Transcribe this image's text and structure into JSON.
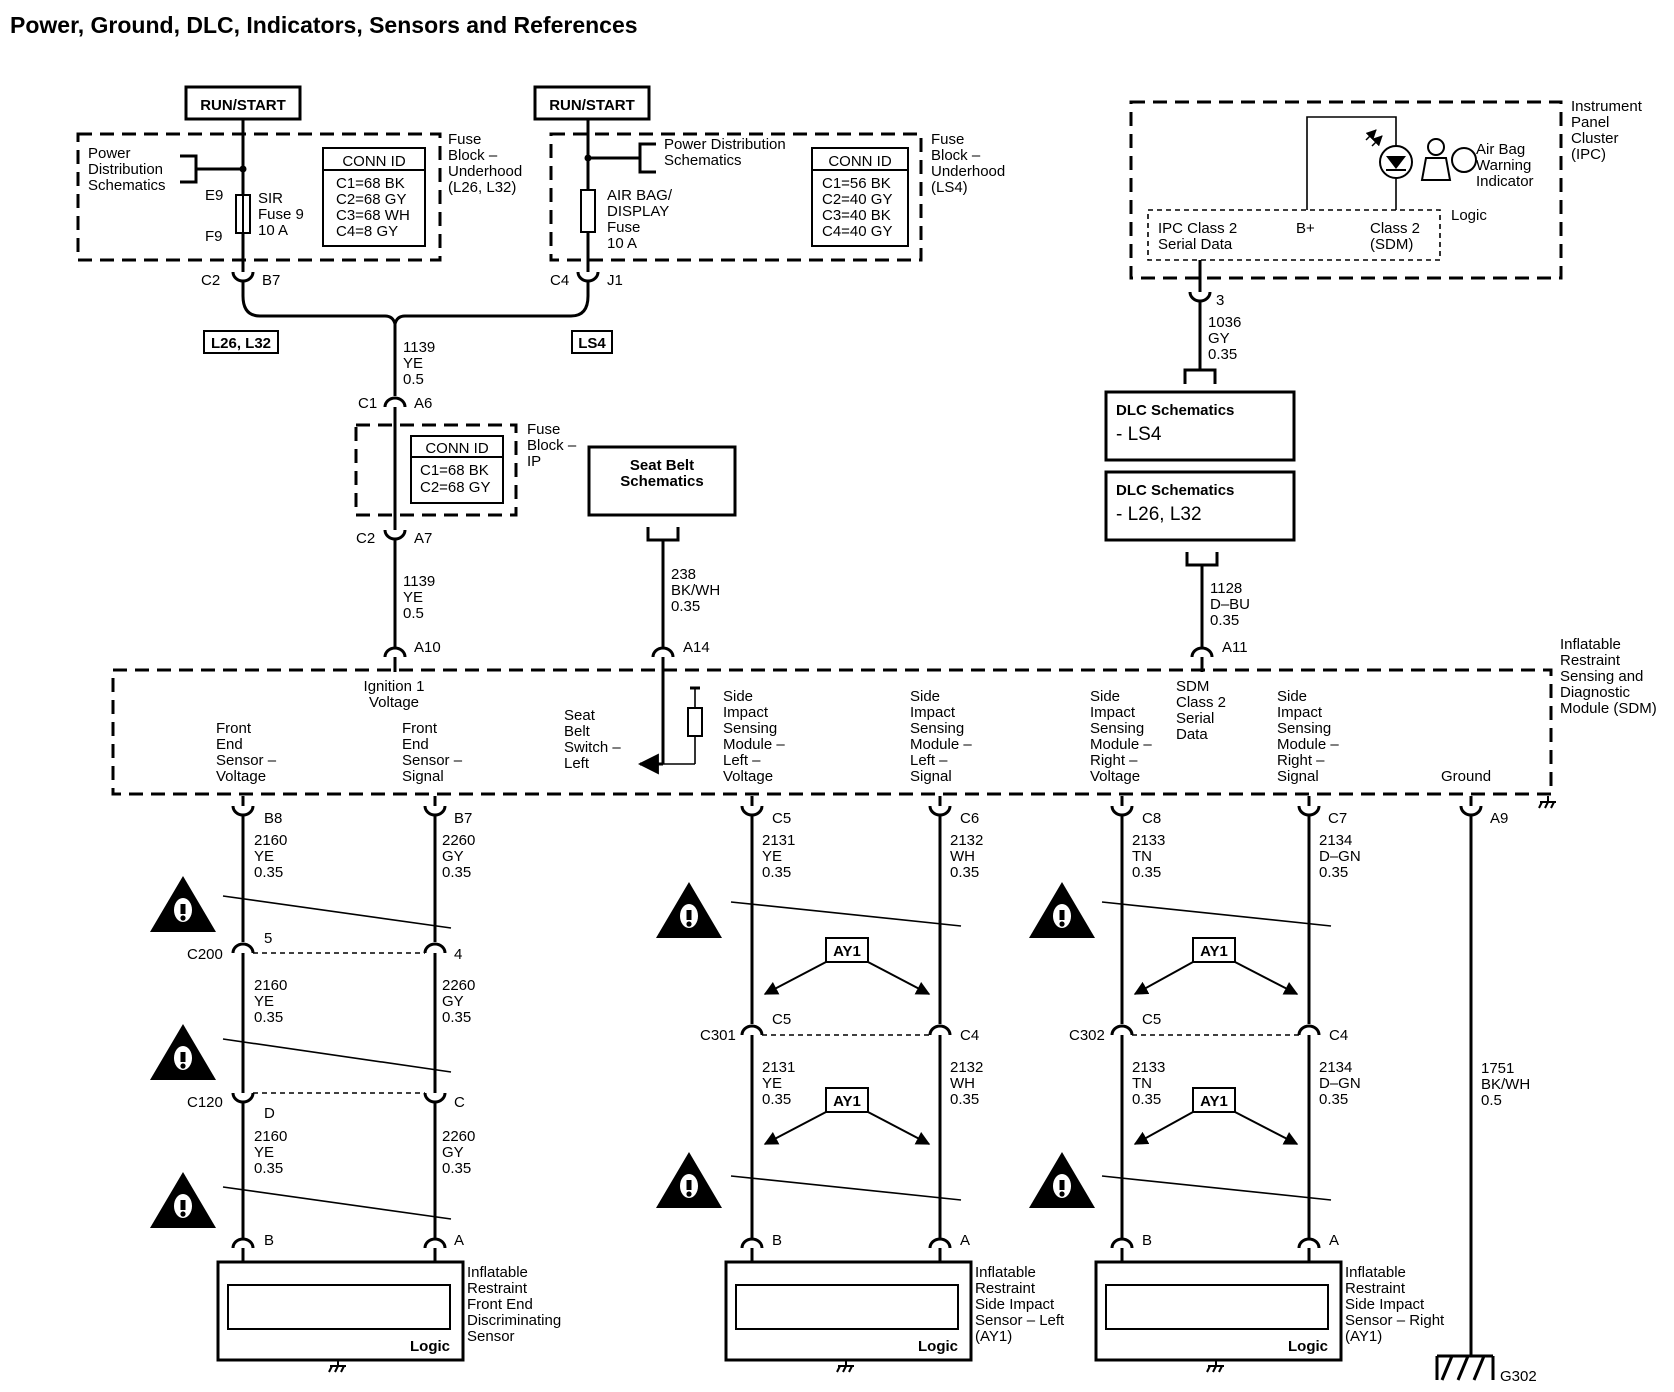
{
  "title": "Power, Ground, DLC, Indicators, Sensors and References",
  "run_start_left": "RUN/START",
  "run_start_right": "RUN/START",
  "fuse_block_left": {
    "pds": [
      "Power",
      "Distribution",
      "Schematics"
    ],
    "pin_top": "E9",
    "pin_bottom": "F9",
    "fuse": [
      "SIR",
      "Fuse 9",
      "10 A"
    ],
    "conn_title": "CONN ID",
    "conn_lines": [
      "C1=68 BK",
      "C2=68 GY",
      "C3=68 WH",
      "C4=8 GY"
    ],
    "label": [
      "Fuse",
      "Block –",
      "Underhood",
      "(L26, L32)"
    ],
    "conn_c": "C2",
    "conn_pin": "B7"
  },
  "fuse_block_right": {
    "pds": [
      "Power Distribution",
      "Schematics"
    ],
    "fuse": [
      "AIR BAG/",
      "DISPLAY",
      "Fuse",
      "10 A"
    ],
    "conn_title": "CONN ID",
    "conn_lines": [
      "C1=56 BK",
      "C2=40 GY",
      "C3=40 BK",
      "C4=40 GY"
    ],
    "label": [
      "Fuse",
      "Block –",
      "Underhood",
      "(LS4)"
    ],
    "conn_c": "C4",
    "conn_pin": "J1"
  },
  "option_left": "L26, L32",
  "option_right": "LS4",
  "wire_1139_top": [
    "1139",
    "YE",
    "0.5"
  ],
  "c1": "C1",
  "a6": "A6",
  "fuse_block_ip": {
    "conn_title": "CONN ID",
    "conn_lines": [
      "C1=68 BK",
      "C2=68 GY"
    ],
    "label": [
      "Fuse",
      "Block –",
      "IP"
    ]
  },
  "c2": "C2",
  "a7": "A7",
  "wire_1139_bottom": [
    "1139",
    "YE",
    "0.5"
  ],
  "seat_belt_box": [
    "Seat Belt",
    "Schematics"
  ],
  "wire_238": [
    "238",
    "BK/WH",
    "0.35"
  ],
  "ipc": {
    "label": [
      "Instrument",
      "Panel",
      "Cluster",
      "(IPC)"
    ],
    "airbag": [
      "Air Bag",
      "Warning",
      "Indicator"
    ],
    "logic": "Logic",
    "serial": [
      "IPC Class 2",
      "Serial Data"
    ],
    "bplus": "B+",
    "class2": [
      "Class 2",
      "(SDM)"
    ],
    "pin": "3"
  },
  "wire_1036": [
    "1036",
    "GY",
    "0.35"
  ],
  "dlc_ls4": [
    "DLC Schematics",
    "- LS4"
  ],
  "dlc_l26": [
    "DLC Schematics",
    "- L26, L32"
  ],
  "wire_1128": [
    "1128",
    "D–BU",
    "0.35"
  ],
  "sdm": {
    "label": [
      "Inflatable",
      "Restraint",
      "Sensing and",
      "Diagnostic",
      "Module (SDM)"
    ],
    "pin_a10": "A10",
    "pin_a14": "A14",
    "pin_a11": "A11",
    "ign": [
      "Ignition 1",
      "Voltage"
    ],
    "seat_belt": [
      "Seat",
      "Belt",
      "Switch –",
      "Left"
    ],
    "sdm_serial": [
      "SDM",
      "Class 2",
      "Serial",
      "Data"
    ],
    "fes_v": [
      "Front",
      "End",
      "Sensor –",
      "Voltage"
    ],
    "fes_s": [
      "Front",
      "End",
      "Sensor –",
      "Signal"
    ],
    "sis_lv": [
      "Side",
      "Impact",
      "Sensing",
      "Module –",
      "Left –",
      "Voltage"
    ],
    "sis_ls": [
      "Side",
      "Impact",
      "Sensing",
      "Module –",
      "Left –",
      "Signal"
    ],
    "sis_rv": [
      "Side",
      "Impact",
      "Sensing",
      "Module –",
      "Right –",
      "Voltage"
    ],
    "sis_rs": [
      "Side",
      "Impact",
      "Sensing",
      "Module –",
      "Right –",
      "Signal"
    ],
    "ground": "Ground"
  },
  "pins": {
    "b8": "B8",
    "b7": "B7",
    "c5": "C5",
    "c6": "C6",
    "c8": "C8",
    "c7": "C7",
    "a9": "A9"
  },
  "wires": {
    "w2160": [
      "2160",
      "YE",
      "0.35"
    ],
    "w2260": [
      "2260",
      "GY",
      "0.35"
    ],
    "w2131": [
      "2131",
      "YE",
      "0.35"
    ],
    "w2132": [
      "2132",
      "WH",
      "0.35"
    ],
    "w2133": [
      "2133",
      "TN",
      "0.35"
    ],
    "w2134": [
      "2134",
      "D–GN",
      "0.35"
    ],
    "w1751": [
      "1751",
      "BK/WH",
      "0.5"
    ]
  },
  "connectors": {
    "c200": "C200",
    "c200_5": "5",
    "c200_4": "4",
    "c120": "C120",
    "c120_d": "D",
    "c120_c": "C",
    "c301": "C301",
    "c301_c5": "C5",
    "c301_c4": "C4",
    "c302": "C302",
    "c302_c5": "C5",
    "c302_c4": "C4"
  },
  "ay1": "AY1",
  "bottom_pins": {
    "b": "B",
    "a": "A"
  },
  "sensors": {
    "front": [
      "Inflatable",
      "Restraint",
      "Front End",
      "Discriminating",
      "Sensor"
    ],
    "left": [
      "Inflatable",
      "Restraint",
      "Side Impact",
      "Sensor – Left",
      "(AY1)"
    ],
    "right": [
      "Inflatable",
      "Restraint",
      "Side Impact",
      "Sensor – Right",
      "(AY1)"
    ],
    "logic": "Logic"
  },
  "g302": "G302"
}
